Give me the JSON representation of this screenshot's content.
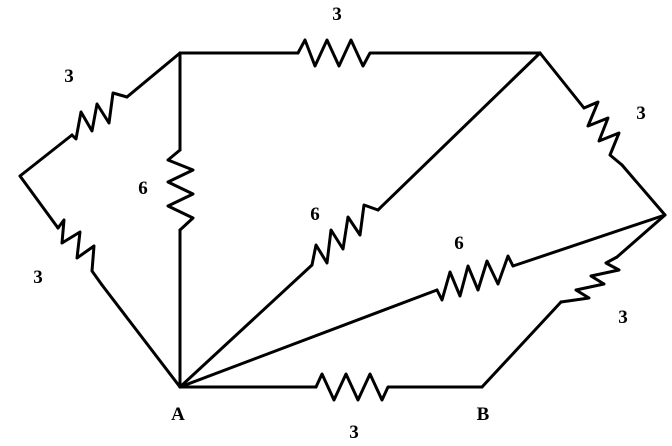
{
  "nodes": {
    "a": {
      "label": "A"
    },
    "b": {
      "label": "B"
    }
  },
  "resistors": [
    {
      "id": "top",
      "value": "3"
    },
    {
      "id": "upper-left",
      "value": "3"
    },
    {
      "id": "lower-left",
      "value": "3"
    },
    {
      "id": "vertical",
      "value": "6"
    },
    {
      "id": "long-diagonal",
      "value": "6"
    },
    {
      "id": "right-upper",
      "value": "3"
    },
    {
      "id": "middle-diagonal",
      "value": "6"
    },
    {
      "id": "right-lower",
      "value": "3"
    },
    {
      "id": "bottom",
      "value": "3"
    }
  ]
}
